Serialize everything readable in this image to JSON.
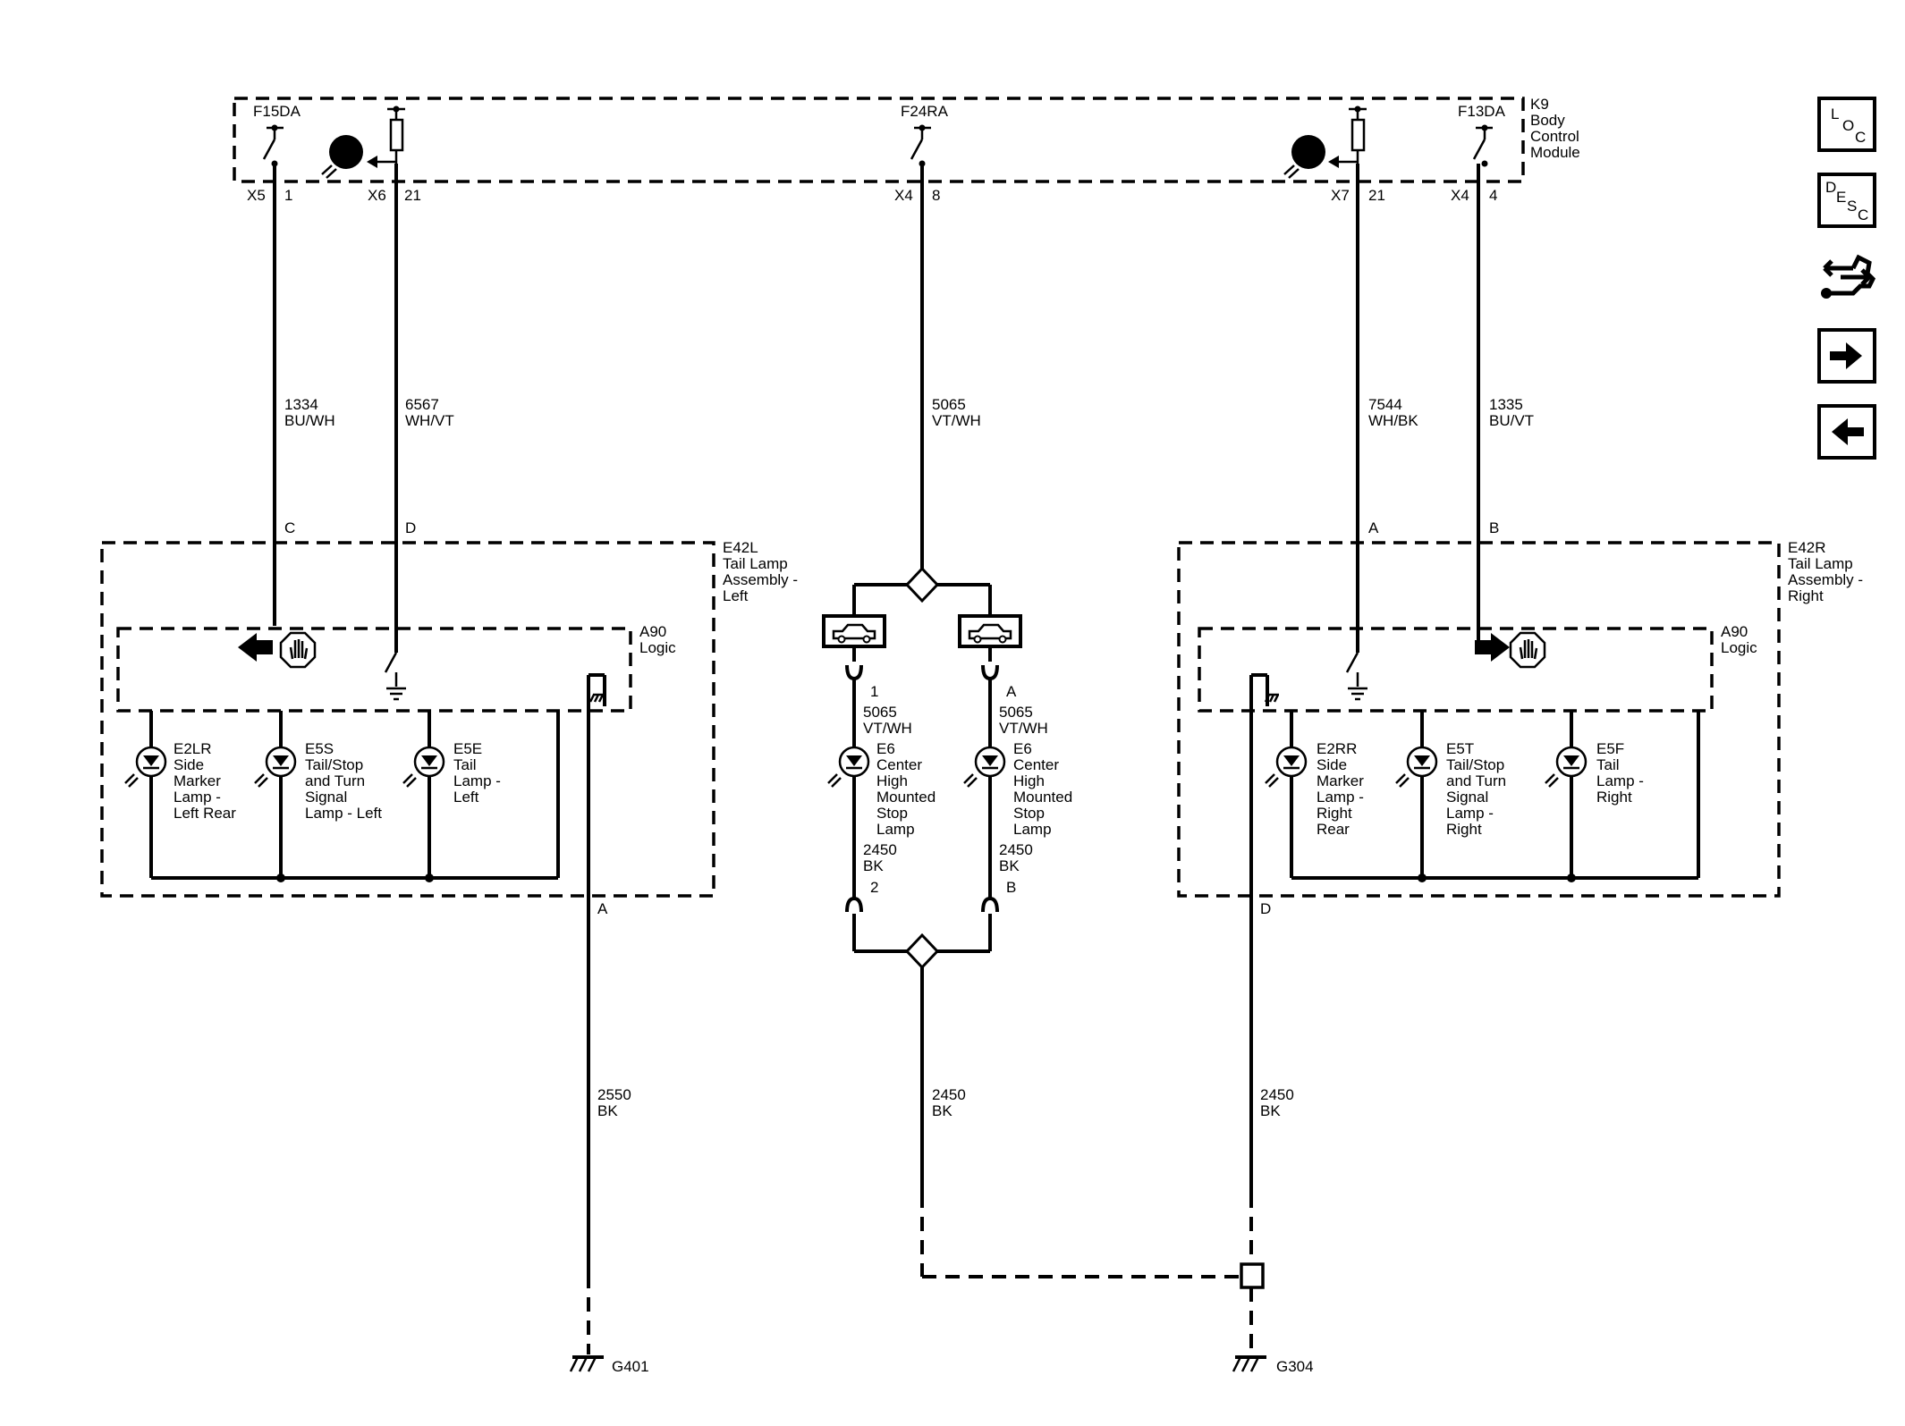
{
  "module": {
    "id": "K9",
    "name_lines": [
      "Body",
      "Control",
      "Module"
    ],
    "fuses": {
      "left": "F15DA",
      "center": "F24RA",
      "right": "F13DA"
    },
    "pins": {
      "x5": "X5",
      "x5_pin": "1",
      "x6": "X6",
      "x6_pin": "21",
      "x4c": "X4",
      "x4c_pin": "8",
      "x7": "X7",
      "x7_pin": "21",
      "x4r": "X4",
      "x4r_pin": "4"
    }
  },
  "wires": {
    "w1334": {
      "circuit": "1334",
      "color": "BU/WH"
    },
    "w6567": {
      "circuit": "6567",
      "color": "WH/VT"
    },
    "w5065": {
      "circuit": "5065",
      "color": "VT/WH"
    },
    "w7544": {
      "circuit": "7544",
      "color": "WH/BK"
    },
    "w1335": {
      "circuit": "1335",
      "color": "BU/VT"
    },
    "w5065a": {
      "circuit": "5065",
      "color": "VT/WH"
    },
    "w5065b": {
      "circuit": "5065",
      "color": "VT/WH"
    },
    "w2450a": {
      "circuit": "2450",
      "color": "BK"
    },
    "w2450b": {
      "circuit": "2450",
      "color": "BK"
    },
    "w2550": {
      "circuit": "2550",
      "color": "BK"
    },
    "w2450c": {
      "circuit": "2450",
      "color": "BK"
    },
    "w2450d": {
      "circuit": "2450",
      "color": "BK"
    }
  },
  "left_assembly": {
    "id": "E42L",
    "name_lines": [
      "Tail Lamp",
      "Assembly -",
      "Left"
    ],
    "logic_id": "A90",
    "logic_name": "Logic",
    "pins": {
      "c": "C",
      "d": "D",
      "a": "A"
    },
    "lamps": [
      {
        "id": "E2LR",
        "lines": [
          "Side",
          "Marker",
          "Lamp -",
          "Left Rear"
        ]
      },
      {
        "id": "E5S",
        "lines": [
          "Tail/Stop",
          "and Turn",
          "Signal",
          "Lamp - Left"
        ]
      },
      {
        "id": "E5E",
        "lines": [
          "Tail",
          "Lamp -",
          "Left"
        ]
      }
    ]
  },
  "right_assembly": {
    "id": "E42R",
    "name_lines": [
      "Tail Lamp",
      "Assembly -",
      "Right"
    ],
    "logic_id": "A90",
    "logic_name": "Logic",
    "pins": {
      "a": "A",
      "b": "B",
      "d": "D"
    },
    "lamps": [
      {
        "id": "E2RR",
        "lines": [
          "Side",
          "Marker",
          "Lamp -",
          "Right",
          "Rear"
        ]
      },
      {
        "id": "E5T",
        "lines": [
          "Tail/Stop",
          "and Turn",
          "Signal",
          "Lamp -",
          "Right"
        ]
      },
      {
        "id": "E5F",
        "lines": [
          "Tail",
          "Lamp -",
          "Right"
        ]
      }
    ]
  },
  "center": {
    "left_lamp": {
      "id": "E6",
      "lines": [
        "Center",
        "High",
        "Mounted",
        "Stop",
        "Lamp"
      ],
      "pin_top": "1",
      "pin_bottom": "2"
    },
    "right_lamp": {
      "id": "E6",
      "lines": [
        "Center",
        "High",
        "Mounted",
        "Stop",
        "Lamp"
      ],
      "pin_top": "A",
      "pin_bottom": "B"
    }
  },
  "grounds": {
    "left": "G401",
    "right": "G304"
  },
  "nav": {
    "loc": [
      "L",
      "O",
      "C"
    ],
    "desc": [
      "D",
      "E",
      "S",
      "C"
    ],
    "items": [
      "loc-button",
      "desc-button",
      "connector-tools-button",
      "next-page-button",
      "previous-page-button"
    ]
  }
}
